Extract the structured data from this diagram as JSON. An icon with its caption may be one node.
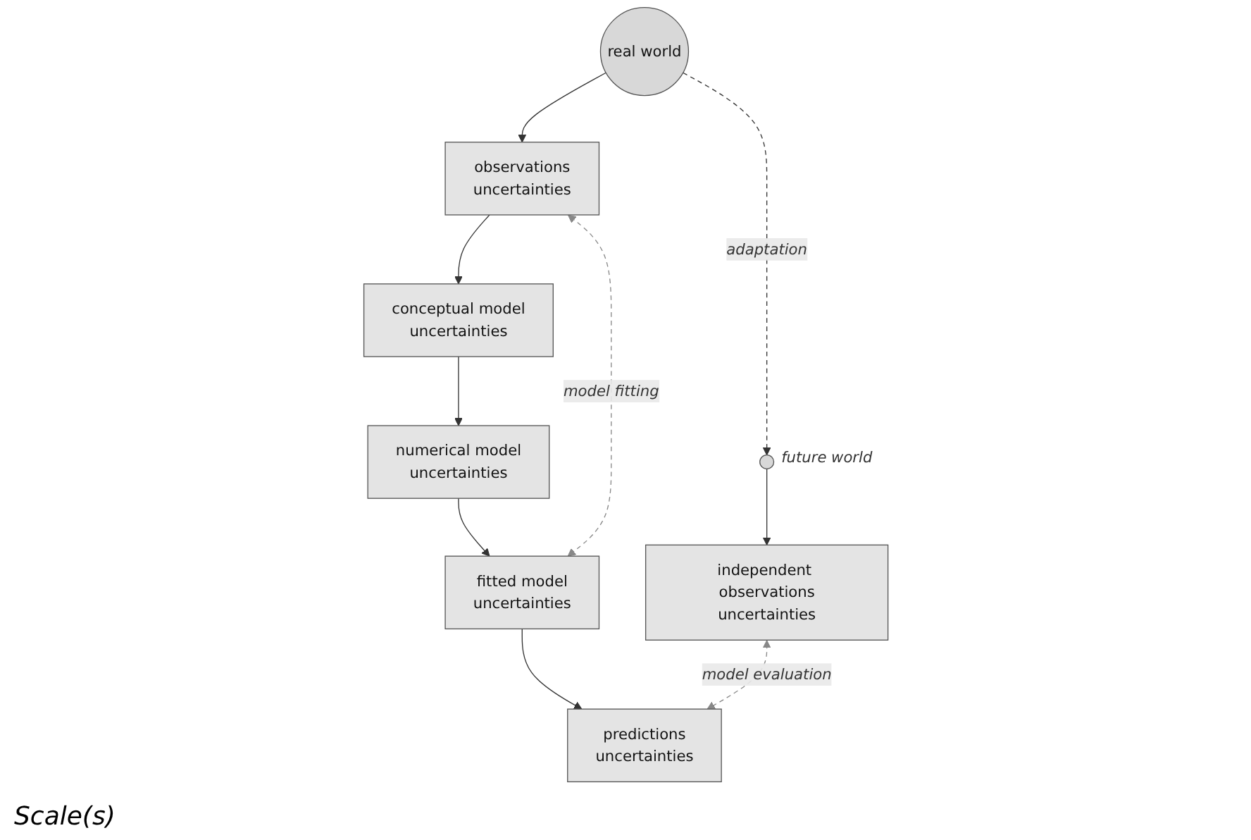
{
  "diagram": {
    "nodes": [
      {
        "text": [
          "real world"
        ]
      },
      {
        "text": [],
        "shape": "circle",
        "beside": [
          "future world"
        ]
      },
      {
        "text": [
          "observations",
          "uncertainties"
        ]
      },
      {
        "text": [
          "independent observations",
          "uncertainties"
        ]
      },
      {
        "text": [
          "conceptual model",
          "uncertainties"
        ]
      },
      {
        "text": [
          "fitted model",
          "uncertainties"
        ]
      },
      {
        "text": [
          "numerical model",
          "uncertainties"
        ]
      },
      {
        "text": [
          "predictions",
          "uncertainties"
        ]
      }
    ],
    "edges": [
      {
        "from": 0,
        "to": 1,
        "arrow": "to",
        "style": "dashed",
        "label": "adaptation"
      },
      {
        "from": 0,
        "to": 2,
        "arrow": "to"
      },
      {
        "from": 1,
        "to": 3,
        "arrow": "to"
      },
      {
        "from": 2,
        "to": 4,
        "arrow": "to"
      },
      {
        "from": 4,
        "to": 6,
        "arrow": "to"
      },
      {
        "from": 6,
        "to": 5,
        "arrow": "to"
      },
      {
        "from": 5,
        "to": 7,
        "arrow": "to"
      },
      {
        "from": 2,
        "to": 5,
        "arrow": "both",
        "style": "dashed",
        "color": "#888888",
        "label": "model fitting"
      },
      {
        "from": 3,
        "to": 7,
        "arrow": "both",
        "style": "dashed",
        "color": "#888888",
        "label": "model evaluation"
      }
    ],
    "labels": [
      "Scale(s)"
    ]
  }
}
